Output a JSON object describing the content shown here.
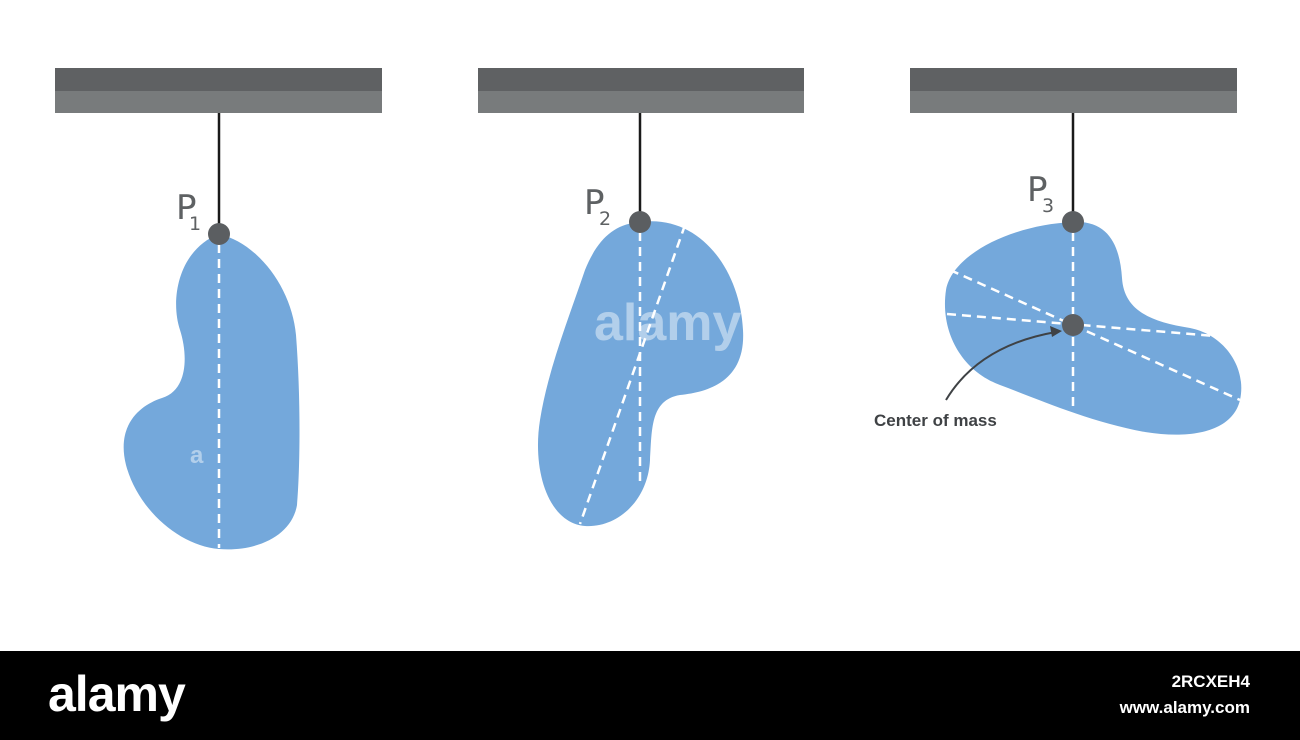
{
  "diagram": {
    "panels": [
      {
        "pivot_label": "P",
        "pivot_sub": "1"
      },
      {
        "pivot_label": "P",
        "pivot_sub": "2"
      },
      {
        "pivot_label": "P",
        "pivot_sub": "3"
      }
    ],
    "center_label": "Center of mass",
    "watermark": "alamy",
    "watermark_mark": "a"
  },
  "footer": {
    "logo": "alamy",
    "image_id": "2RCXEH4",
    "site": "www.alamy.com"
  },
  "colors": {
    "background": "#ffffff",
    "beam_top": "#5f6163",
    "beam_bottom": "#787b7c",
    "string": "#1a1a1a",
    "pivot": "#5b5e61",
    "shape_fill": "#74a8db",
    "dashed_line": "#ffffff",
    "label_text": "#5e6163",
    "footer_bg": "#000000",
    "footer_text": "#ffffff"
  }
}
